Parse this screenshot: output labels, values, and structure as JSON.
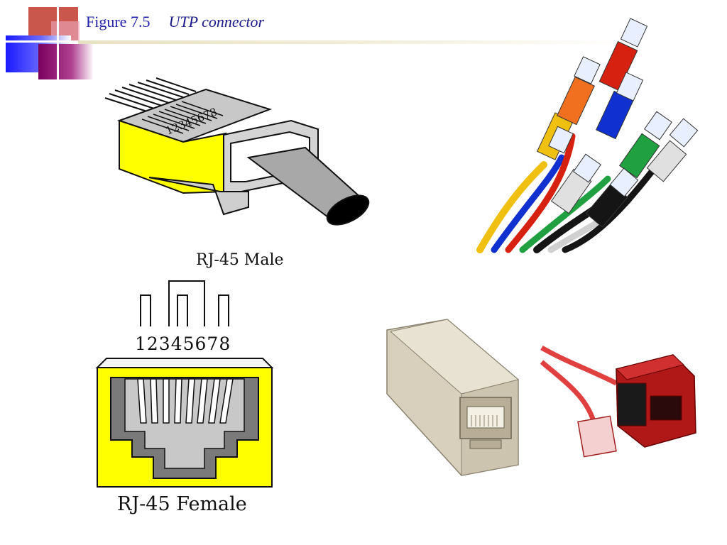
{
  "slide": {
    "figure_number": "Figure 7.5",
    "figure_caption": "UTP connector"
  },
  "male_diagram": {
    "label": "RJ-45 Male",
    "pin_numbers": "12345678"
  },
  "female_diagram": {
    "label": "RJ-45 Female",
    "pin_numbers": "12345678"
  },
  "photos": [
    {
      "name": "colored-patch-cables-photo",
      "colors": [
        "#d62010",
        "#f07020",
        "#1030d0",
        "#f0c010",
        "#20a040",
        "#d0d0d0",
        "#151515"
      ]
    },
    {
      "name": "inline-coupler-photo",
      "colors": [
        "#d8d0bc",
        "#b8ae98"
      ]
    },
    {
      "name": "keystone-jack-photo",
      "colors": [
        "#b01818",
        "#e04040"
      ]
    }
  ],
  "colors": {
    "title_text": "#2222aa",
    "accent_yellow": "#ffff00",
    "accent_gray": "#c8c8c8"
  }
}
